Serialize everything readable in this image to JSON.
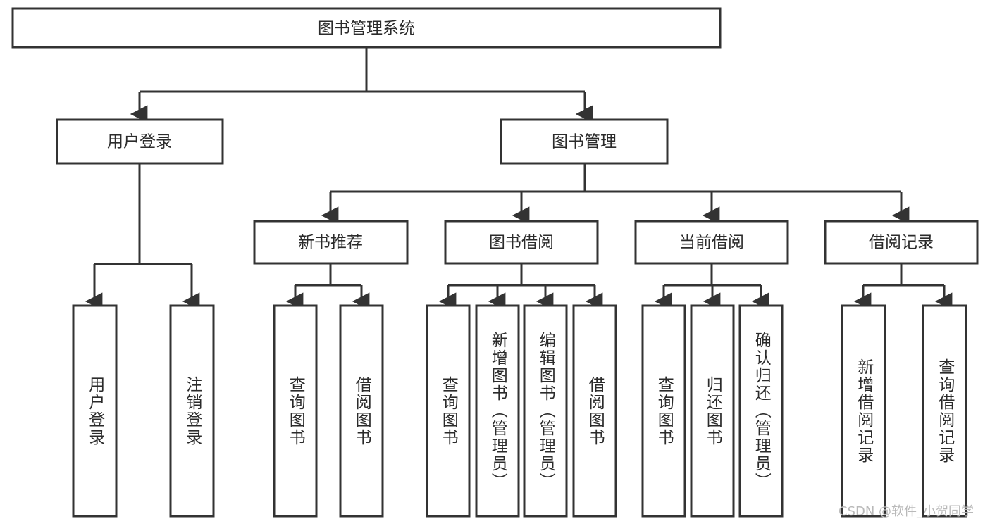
{
  "diagram": {
    "title": "图书管理系统",
    "type": "tree",
    "orientation": "top-down",
    "colors": {
      "stroke": "#333333",
      "fill": "#ffffff",
      "text": "#2b2b2b",
      "watermark": "#b9b9b9"
    },
    "root": {
      "id": "root",
      "label": "图书管理系统"
    },
    "level2": [
      {
        "id": "user-login",
        "label": "用户登录"
      },
      {
        "id": "book-management",
        "label": "图书管理"
      }
    ],
    "level3": [
      {
        "id": "new-book-recommend",
        "label": "新书推荐",
        "parent": "book-management"
      },
      {
        "id": "book-borrow",
        "label": "图书借阅",
        "parent": "book-management"
      },
      {
        "id": "current-borrow",
        "label": "当前借阅",
        "parent": "book-management"
      },
      {
        "id": "borrow-record",
        "label": "借阅记录",
        "parent": "book-management"
      }
    ],
    "leaves": [
      {
        "id": "leaf-user-login",
        "label": "用户登录",
        "parent": "user-login"
      },
      {
        "id": "leaf-logout-login",
        "label": "注销登录",
        "parent": "user-login"
      },
      {
        "id": "leaf-query-book-1",
        "label": "查询图书",
        "parent": "new-book-recommend"
      },
      {
        "id": "leaf-borrow-book-1",
        "label": "借阅图书",
        "parent": "new-book-recommend"
      },
      {
        "id": "leaf-query-book-2",
        "label": "查询图书",
        "parent": "book-borrow"
      },
      {
        "id": "leaf-add-book",
        "label": "新增图书（管理员）",
        "parent": "book-borrow"
      },
      {
        "id": "leaf-edit-book",
        "label": "编辑图书（管理员）",
        "parent": "book-borrow"
      },
      {
        "id": "leaf-borrow-book-2",
        "label": "借阅图书",
        "parent": "book-borrow"
      },
      {
        "id": "leaf-query-book-3",
        "label": "查询图书",
        "parent": "current-borrow"
      },
      {
        "id": "leaf-return-book",
        "label": "归还图书",
        "parent": "current-borrow"
      },
      {
        "id": "leaf-confirm-return",
        "label": "确认归还（管理员）",
        "parent": "current-borrow"
      },
      {
        "id": "leaf-add-record",
        "label": "新增借阅记录",
        "parent": "borrow-record"
      },
      {
        "id": "leaf-query-record",
        "label": "查询借阅记录",
        "parent": "borrow-record"
      }
    ]
  },
  "watermark": {
    "text": "CSDN @软件_小贺同学"
  }
}
